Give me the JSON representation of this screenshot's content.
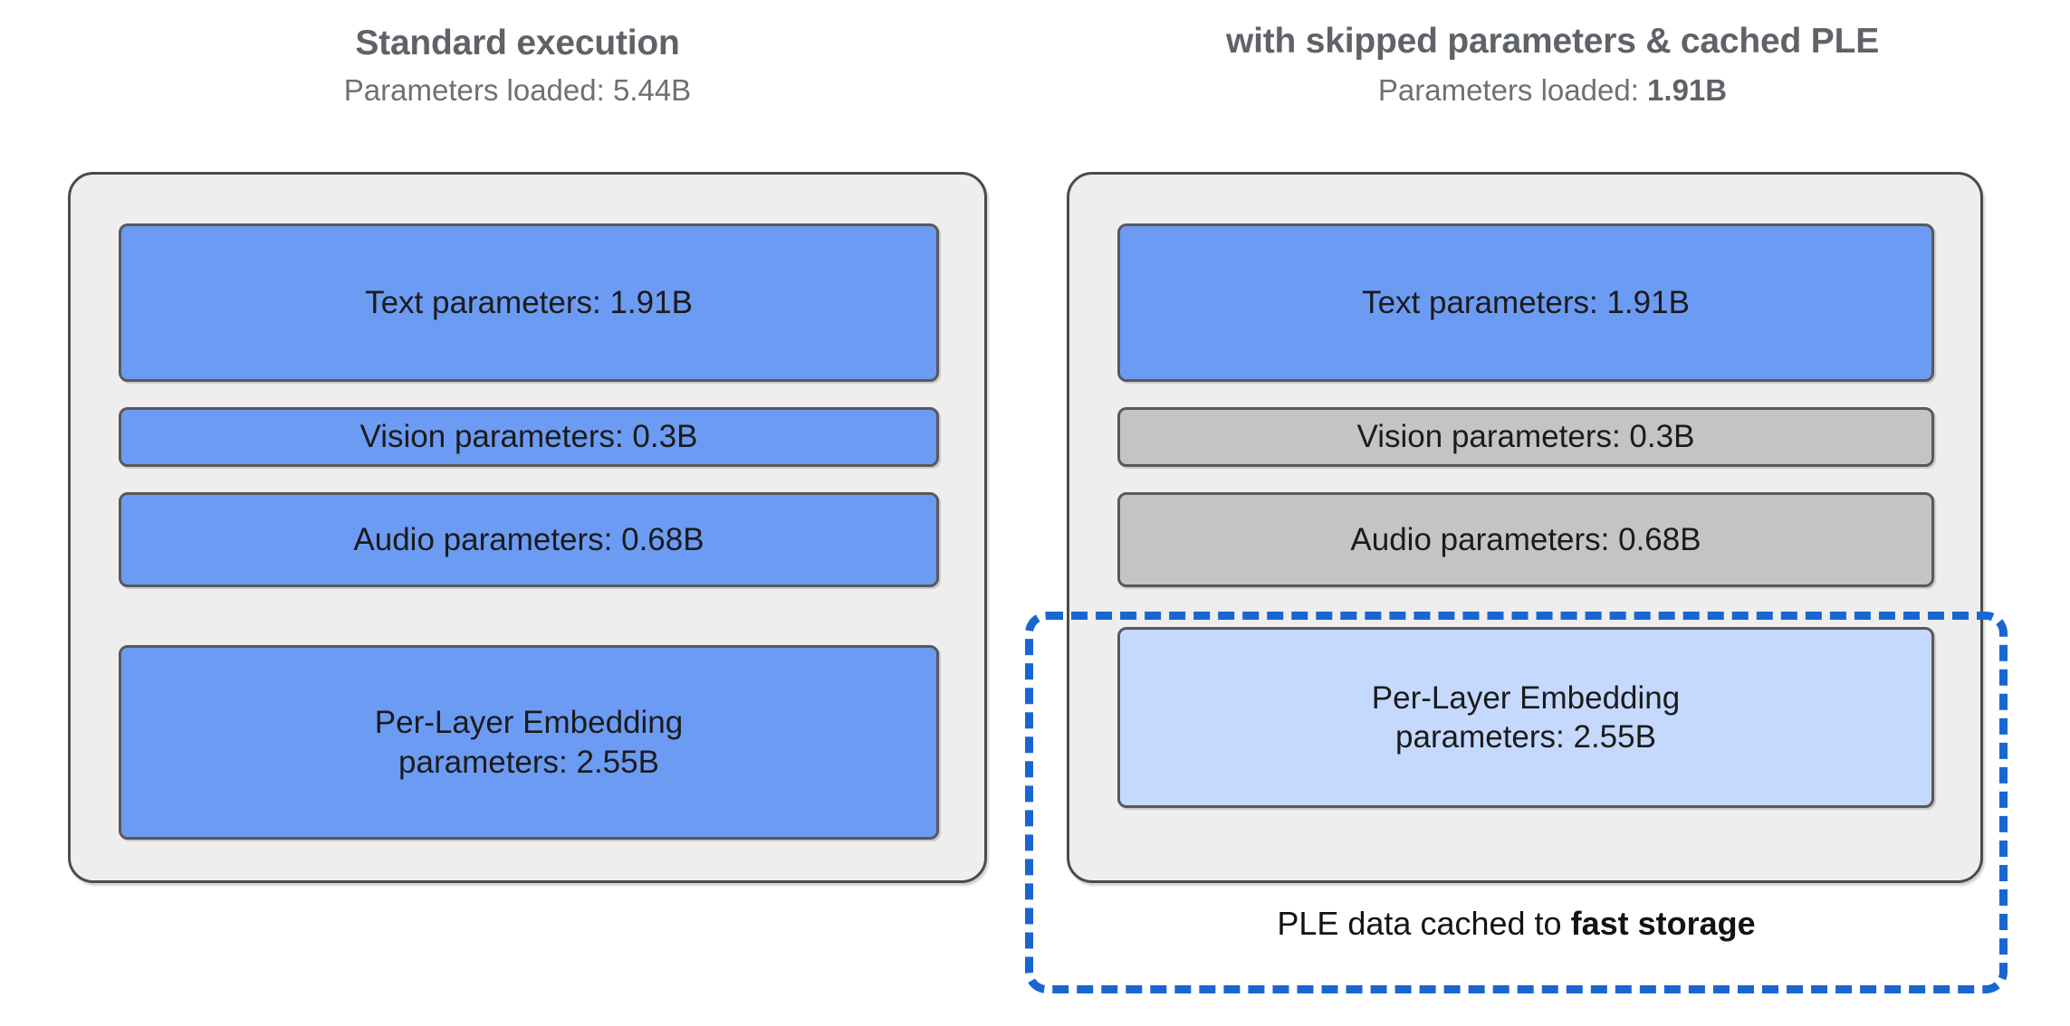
{
  "diagram": {
    "type": "comparison-diagram",
    "background": "#ffffff",
    "colors": {
      "active_block": "#6c9bf3",
      "skipped_block": "#c4c4c4",
      "cached_block": "#c4d9fd",
      "panel_fill": "#edeeed",
      "panel_border": "#4c4c4c",
      "cache_outline": "#1a66d1",
      "title_text": "#5f6368",
      "body_text": "#1b1b1b"
    }
  },
  "left": {
    "title": "Standard execution",
    "subtitle_prefix": "Parameters loaded: ",
    "subtitle_value": "5.44B",
    "subtitle_value_bold": false,
    "blocks": [
      {
        "label": "Text parameters: 1.91B",
        "name": "Text parameters",
        "value": "1.91B",
        "state": "loaded"
      },
      {
        "label": "Vision parameters: 0.3B",
        "name": "Vision parameters",
        "value": "0.3B",
        "state": "loaded"
      },
      {
        "label": "Audio parameters: 0.68B",
        "name": "Audio parameters",
        "value": "0.68B",
        "state": "loaded"
      },
      {
        "label_line1": "Per-Layer Embedding",
        "label_line2": "parameters: 2.55B",
        "name": "Per-Layer Embedding parameters",
        "value": "2.55B",
        "state": "loaded"
      }
    ]
  },
  "right": {
    "title": "with skipped parameters & cached PLE",
    "subtitle_prefix": "Parameters loaded: ",
    "subtitle_value": "1.91B",
    "subtitle_value_bold": true,
    "blocks": [
      {
        "label": "Text parameters: 1.91B",
        "name": "Text parameters",
        "value": "1.91B",
        "state": "loaded"
      },
      {
        "label": "Vision parameters: 0.3B",
        "name": "Vision parameters",
        "value": "0.3B",
        "state": "skipped"
      },
      {
        "label": "Audio parameters: 0.68B",
        "name": "Audio parameters",
        "value": "0.68B",
        "state": "skipped"
      },
      {
        "label_line1": "Per-Layer Embedding",
        "label_line2": "parameters: 2.55B",
        "name": "Per-Layer Embedding parameters",
        "value": "2.55B",
        "state": "cached"
      }
    ],
    "cache_caption_prefix": "PLE data cached to ",
    "cache_caption_emphasis": "fast storage"
  }
}
